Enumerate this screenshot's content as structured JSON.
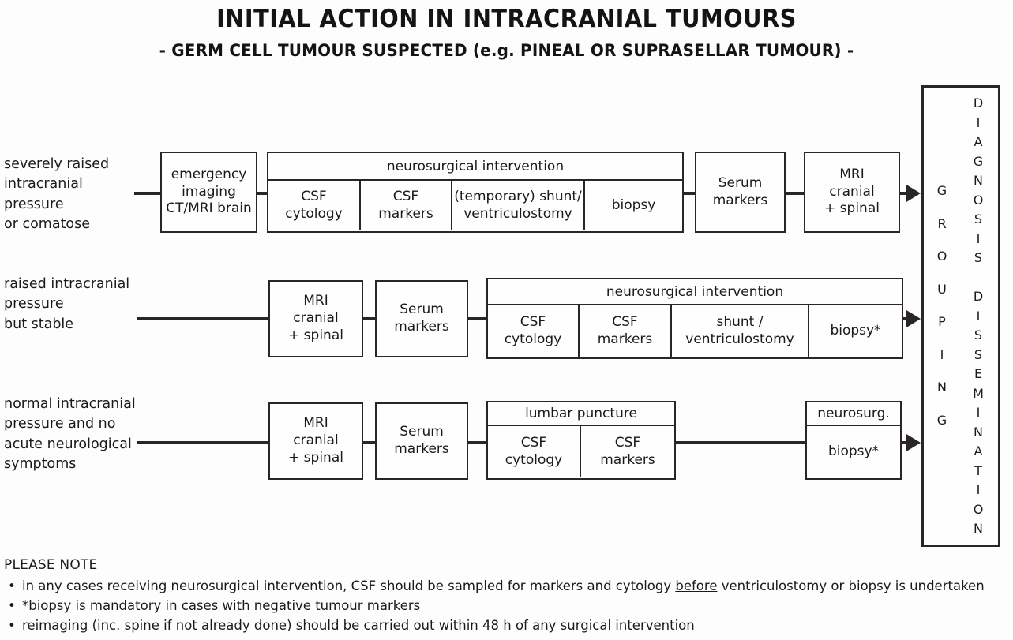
{
  "title": {
    "main": "INITIAL ACTION IN INTRACRANIAL TUMOURS",
    "sub": "- GERM CELL TUMOUR SUSPECTED (e.g. PINEAL OR SUPRASELLAR TUMOUR) -"
  },
  "rows": [
    {
      "label": "severely raised\nintracranial\npressure\nor comatose",
      "first_box": "emergency\nimaging\nCT/MRI brain",
      "group_header": "neurosurgical intervention",
      "group_cells": [
        "CSF\ncytology",
        "CSF\nmarkers",
        "(temporary) shunt/\nventriculostomy",
        "biopsy"
      ],
      "after_boxes": [
        "Serum\nmarkers",
        "MRI\ncranial\n+ spinal"
      ]
    },
    {
      "label": "raised intracranial\npressure\nbut stable",
      "boxes": [
        "MRI\ncranial\n+ spinal",
        "Serum\nmarkers"
      ],
      "group_header": "neurosurgical intervention",
      "group_cells": [
        "CSF\ncytology",
        "CSF\nmarkers",
        "shunt /\nventriculostomy",
        "biopsy*"
      ]
    },
    {
      "label": "normal intracranial\npressure and no\nacute neurological\nsymptoms",
      "boxes": [
        "MRI\ncranial\n+ spinal",
        "Serum\nmarkers"
      ],
      "group_header": "lumbar puncture",
      "group_cells": [
        "CSF\ncytology",
        "CSF\nmarkers"
      ],
      "final_header": "neurosurg.",
      "final_body": "biopsy*"
    }
  ],
  "vertical_bar": {
    "column_one": "GROUPING",
    "column_two": "DIAGNOSIS DISSEMINATION"
  },
  "notes": {
    "heading": "PLEASE NOTE",
    "bullet": "•",
    "items": [
      {
        "pre": "in any cases receiving neurosurgical intervention, CSF should be sampled for markers and cytology ",
        "underlined": "before",
        "post": " ventriculostomy or biopsy is undertaken"
      },
      {
        "pre": "*biopsy is mandatory in cases with negative tumour markers",
        "underlined": "",
        "post": ""
      },
      {
        "pre": "reimaging (inc. spine if not already done) should be carried out within 48 h of any surgical intervention",
        "underlined": "",
        "post": ""
      }
    ]
  },
  "colors": {
    "ink": "#2b2626",
    "paper": "#fdfdfd"
  }
}
